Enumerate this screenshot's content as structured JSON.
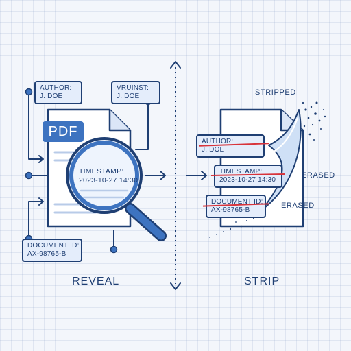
{
  "reveal": {
    "caption": "REVEAL",
    "pdf_badge": "PDF",
    "author_tag": {
      "line1": "AUTHOR:",
      "line2": "J. DOE"
    },
    "vruinst_tag": {
      "line1": "VRUINST:",
      "line2": "J. DOE"
    },
    "timestamp": {
      "line1": "TIMESTAMP:",
      "line2": "2023-10-27 14:30"
    },
    "document_id_tag": {
      "line1": "DOCUMENT ID:",
      "line2": "AX-98765-B"
    }
  },
  "strip": {
    "caption": "STRIP",
    "label_stripped": "STRIPPED",
    "label_erased_1": "ERASED",
    "label_erased_2": "ERASED",
    "author_tag": {
      "line1": "AUTHOR:",
      "line2": "J. DOE"
    },
    "timestamp_tag": {
      "line1": "TIMESTAMP:",
      "line2": "2023-10-27 14:30"
    },
    "document_id_tag": {
      "line1": "DOCUMENT ID:",
      "line2": "AX-98765-B"
    }
  },
  "colors": {
    "ink": "#1f3f73",
    "accent_blue": "#3d73c0",
    "tag_fill": "#e4edfb",
    "strike_red": "#d8333a"
  }
}
